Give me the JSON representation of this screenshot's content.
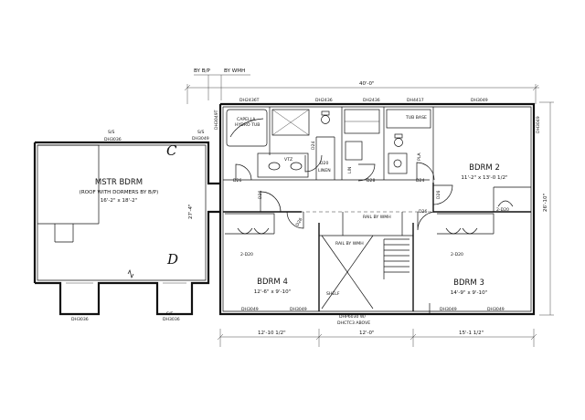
{
  "notes": {
    "by_bp": "BY B/P",
    "by_wmh": "BY WMH"
  },
  "dimensions": {
    "overall_width": "40'-0\"",
    "overall_depth": "26'-10\"",
    "seg_left": "12'-10 1/2\"",
    "seg_mid": "12'-0\"",
    "seg_right": "15'-1 1/2\"",
    "mstr_side": "27'-4\""
  },
  "rooms": {
    "mstr": {
      "name": "MSTR BDRM",
      "note": "(ROOF WITH DORMERS BY B/P)",
      "size": "16'-2\" x 18'-2\""
    },
    "bdrm2": {
      "name": "BDRM 2",
      "size": "11'-2\" x 13'-0 1/2\""
    },
    "bdrm3": {
      "name": "BDRM 3",
      "size": "14'-9\" x 9'-10\""
    },
    "bdrm4": {
      "name": "BDRM 4",
      "size": "12'-6\" x 9'-10\""
    }
  },
  "section_marks": {
    "c": "C",
    "d": "D"
  },
  "windows": {
    "dh2436_top_left": "DH2436T",
    "dh2436_a": "DH2436",
    "dh2436_b": "DH2436",
    "dh4417": "DH4417",
    "dh3049_top": "DH3049",
    "dh3049_left_v": "DH3049T",
    "dh3049_right_v": "DH3049",
    "dh3049_mstr_r": "DH3049",
    "dh3049_b4_a": "DH3049",
    "dh3049_b4_b": "DH3049",
    "dh3049_b3_a": "DH3049",
    "dh3049_b3_b": "DH3049",
    "dh3036_a": "DH3036",
    "dh3036_b": "DH3036",
    "dh3036_c": "DH3036"
  },
  "labels": {
    "ss1": "S/S",
    "ss2": "S/S",
    "ss3": "S/S",
    "capella": "CAPELLA",
    "hydro": "HYDRO TUB",
    "tub_base": "TUB BASE",
    "vtz": "VTZ",
    "linen": "LINEN",
    "lin": "LIN",
    "d20": "D20",
    "d24a": "D24",
    "d24b": "D24",
    "d26a": "D26",
    "d26b": "D26",
    "d26c": "D26",
    "d26d": "D26",
    "d26e": "D26",
    "d28": "D28",
    "c2020a": "2-D20",
    "c2020b": "2-D20",
    "c2020c": "2-D20",
    "rail_wmh1": "RAIL BY WMH",
    "rail_wmh2": "RAIL BY WMH",
    "shelf": "SHELF",
    "dhp_note1": "DHP6030 W/",
    "dhp_note2": "DHCTC3 ABOVE",
    "pla": "PLA"
  }
}
